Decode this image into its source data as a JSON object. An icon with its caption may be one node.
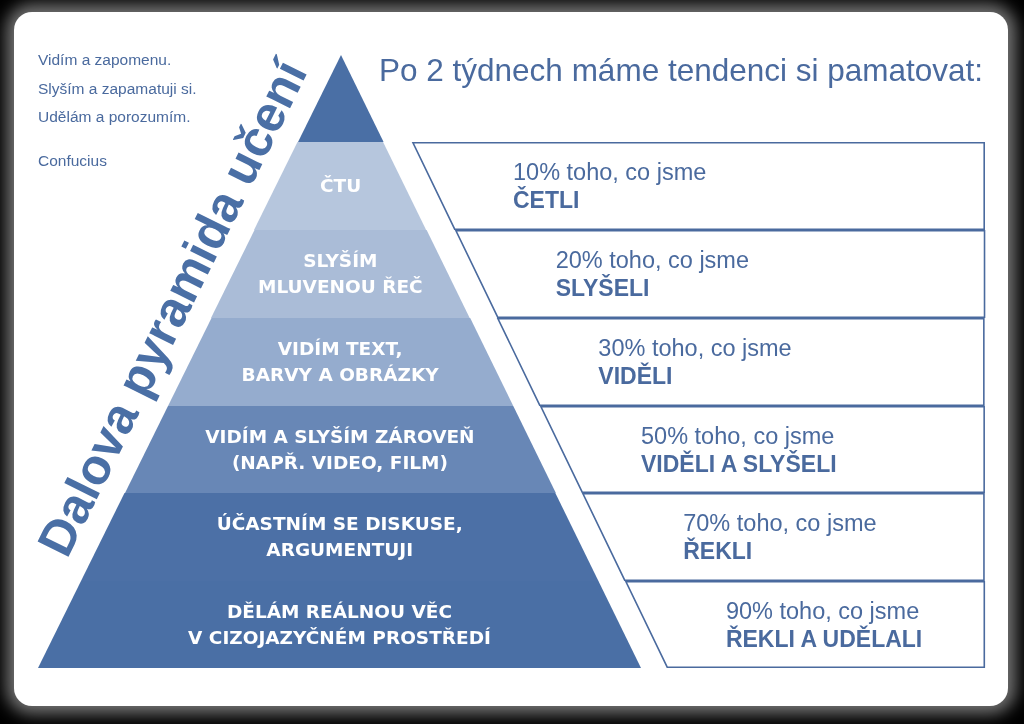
{
  "diagram": {
    "title": "Dalova pyramida učení",
    "nodes": [
      {
        "text": [],
        "shape": "triangle"
      },
      {
        "text": [
          "ČTU"
        ]
      },
      {
        "text": [
          "SLYŠÍM MLUVENOU ŘEČ"
        ]
      },
      {
        "text": [
          "VIDÍM TEXT, BARVY A OBRÁZKY"
        ]
      },
      {
        "text": [
          "VIDÍM A SLYŠÍM ZÁROVEŇ (NAPŘ. VIDEO, FILM)"
        ]
      },
      {
        "text": [
          "ÚČASTNÍM SE DISKUSE, ARGUMENTUJI"
        ]
      },
      {
        "text": [
          "DĚLÁM REÁLNOU VĚC V CIZOJAZYČNÉM PROSTŘEDÍ"
        ]
      },
      {
        "text": [
          "10% toho, co jsme",
          "ČETLI"
        ]
      },
      {
        "text": [
          "20% toho, co jsme",
          "SLYŠELI"
        ]
      },
      {
        "text": [
          "30% toho, co jsme",
          "VIDĚLI"
        ]
      },
      {
        "text": [
          "50% toho, co jsme",
          "VIDĚLI A SLYŠELI"
        ]
      },
      {
        "text": [
          "70% toho, co jsme",
          "ŘEKLI"
        ]
      },
      {
        "text": [
          "90% toho, co jsme",
          "ŘEKLI A UDĚLALI"
        ]
      }
    ],
    "labels": [
      "Vidím a zapomenu.",
      "Slyším a zapamatuji si.",
      "Udělám a porozumím.",
      "Confucius",
      "Po 2 týdnech máme tendenci si pamatovat:"
    ]
  }
}
